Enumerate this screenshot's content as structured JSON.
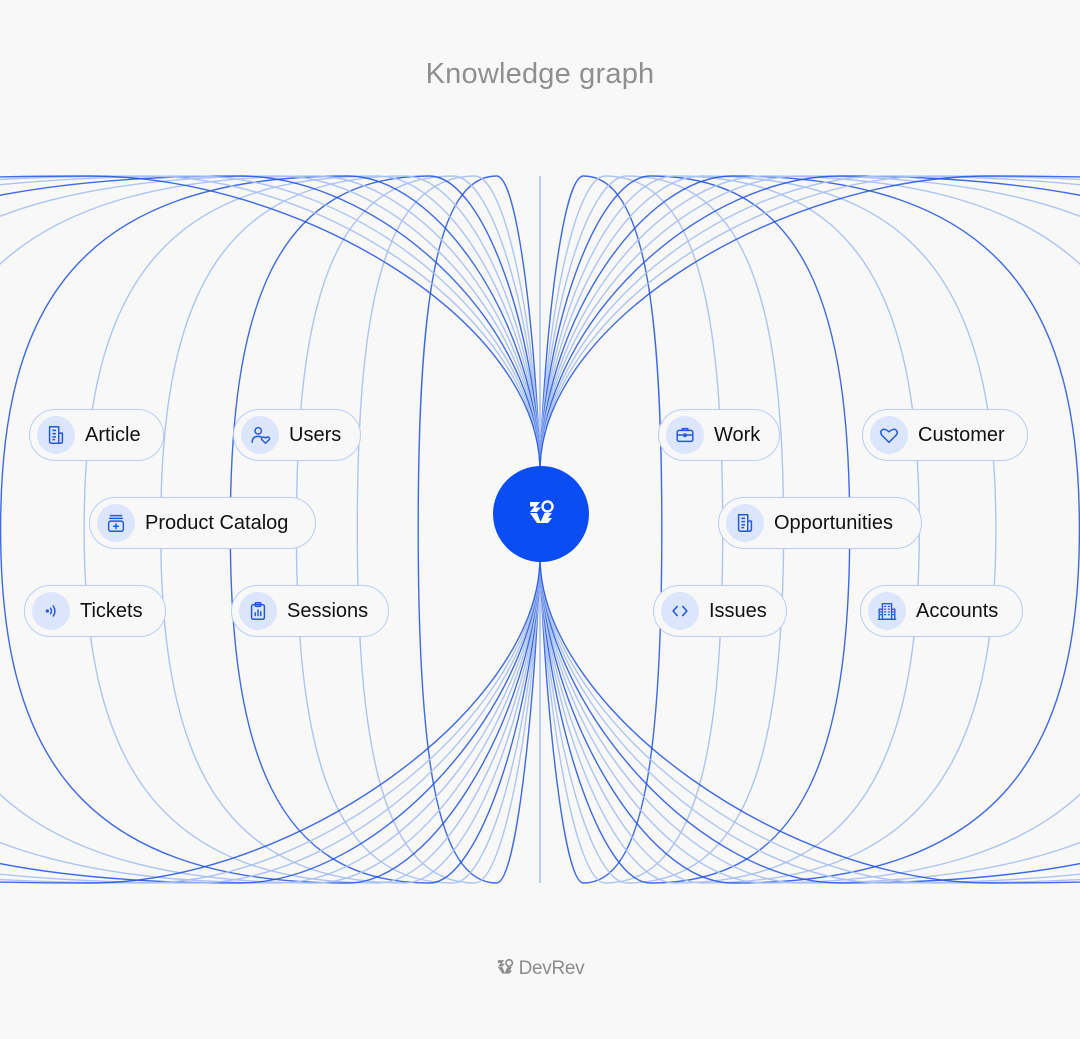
{
  "title": "Knowledge graph",
  "footer": {
    "brand": "DevRev",
    "logo_icon": "devrev-logo-icon"
  },
  "hub": {
    "icon": "devrev-mark-icon",
    "color": "#0b4df5"
  },
  "colors": {
    "background": "#f8f8f8",
    "line_light": "#a9c1f2",
    "line_dark": "#1d52e0",
    "icon_bg": "#dbe5fb",
    "icon_stroke": "#2459d9",
    "node_border": "#bccdf3"
  },
  "nodes": [
    {
      "id": "article",
      "label": "Article",
      "icon": "document-icon"
    },
    {
      "id": "users",
      "label": "Users",
      "icon": "user-heart-icon"
    },
    {
      "id": "product-catalog",
      "label": "Product Catalog",
      "icon": "catalog-box-icon"
    },
    {
      "id": "tickets",
      "label": "Tickets",
      "icon": "signal-icon"
    },
    {
      "id": "sessions",
      "label": "Sessions",
      "icon": "clipboard-chart-icon"
    },
    {
      "id": "work",
      "label": "Work",
      "icon": "briefcase-icon"
    },
    {
      "id": "customer",
      "label": "Customer",
      "icon": "heart-icon"
    },
    {
      "id": "opportunities",
      "label": "Opportunities",
      "icon": "document-icon"
    },
    {
      "id": "issues",
      "label": "Issues",
      "icon": "code-icon"
    },
    {
      "id": "accounts",
      "label": "Accounts",
      "icon": "building-icon"
    }
  ]
}
